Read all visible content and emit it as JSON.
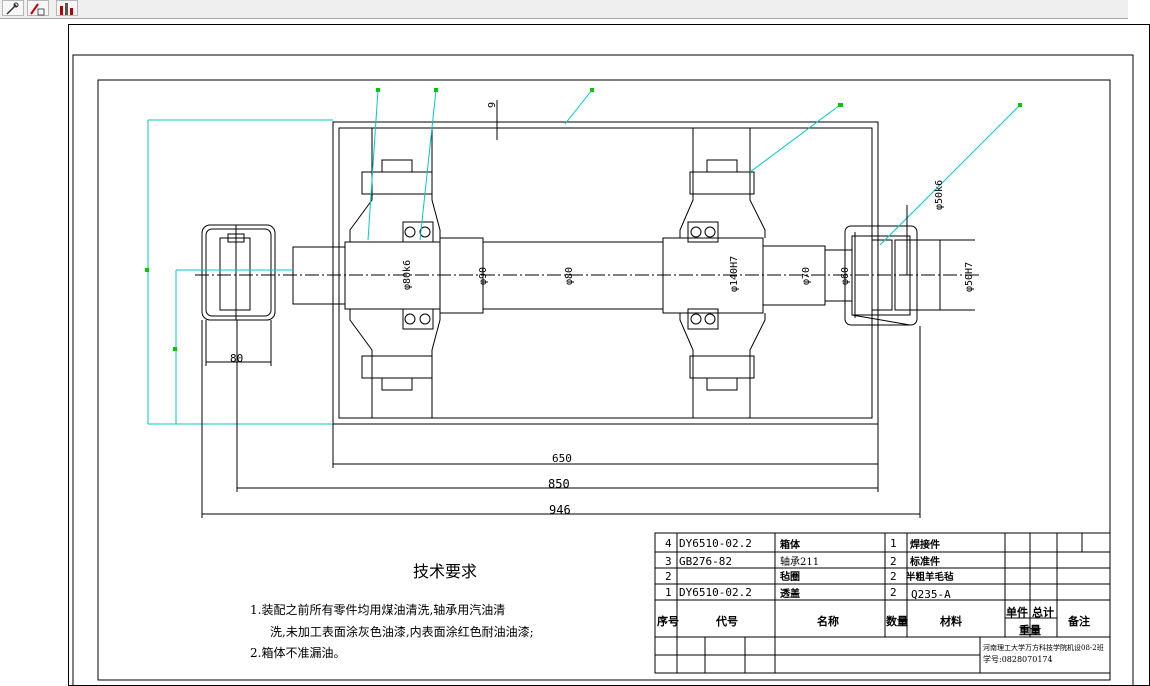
{
  "toolbar": {
    "icons": [
      "wrench-icon",
      "line-tool-icon",
      "chart-tool-icon"
    ]
  },
  "drawing": {
    "colors": {
      "lines": "#000000",
      "leaders": "#00c8c8",
      "background": "#ffffff"
    },
    "dimensions": {
      "d650": "650",
      "d850": "850",
      "d946": "946",
      "d80": "80",
      "d6": "6"
    },
    "diameters": {
      "phi80k6": "φ80k6",
      "phi90": "φ90",
      "phi80": "φ80",
      "phi140h7": "φ140H7",
      "phi70": "φ70",
      "phi60": "φ60",
      "phi50k6": "φ50k6",
      "phi50h7": "φ50H7"
    }
  },
  "tech_requirements": {
    "title": "技术要求",
    "items": [
      "1.装配之前所有零件均用煤油清洗,轴承用汽油清",
      "洗,未加工表面涂灰色油漆,内表面涂红色耐油油漆;",
      "2.箱体不准漏油。"
    ]
  },
  "bom": {
    "rows": [
      {
        "no": "4",
        "code": "DY6510-02.2",
        "name": "箱体",
        "qty": "1",
        "material": "焊接件"
      },
      {
        "no": "3",
        "code": "GB276-82",
        "name": "轴承211",
        "qty": "2",
        "material": "标准件"
      },
      {
        "no": "2",
        "code": "",
        "name": "毡圈",
        "qty": "2",
        "material": "半粗羊毛毡"
      },
      {
        "no": "1",
        "code": "DY6510-02.2",
        "name": "透盖",
        "qty": "2",
        "material": "Q235-A"
      }
    ],
    "header": {
      "no": "序号",
      "code": "代号",
      "name": "名称",
      "qty": "数量",
      "material": "材料",
      "unit": "单件",
      "total": "总计",
      "weight": "重量",
      "remark": "备注"
    },
    "footer": {
      "school": "河南理工大学万方科技学院机设08-2班",
      "id": "学号:0828070174"
    }
  }
}
